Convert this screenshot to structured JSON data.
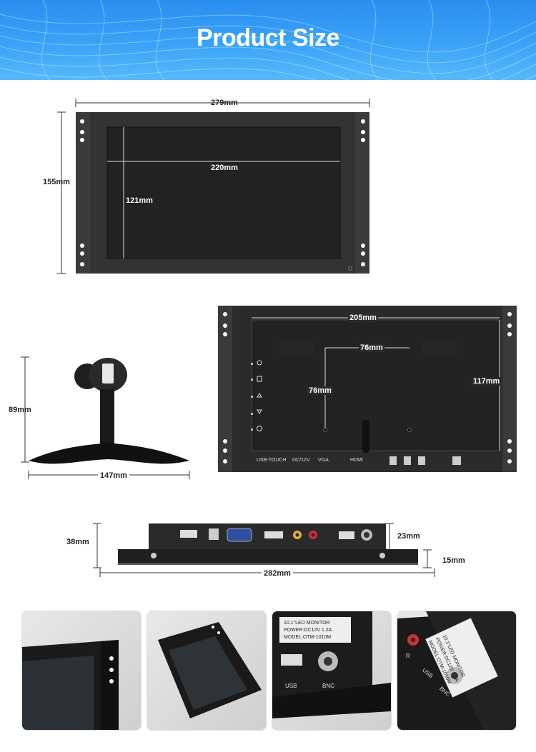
{
  "banner": {
    "title": "Product Size"
  },
  "front_view": {
    "width": "279mm",
    "height": "155mm",
    "screen_width": "220mm",
    "screen_height": "121mm"
  },
  "back_view": {
    "width": "205mm",
    "height": "117mm",
    "vesa_width": "76mm",
    "vesa_height": "76mm",
    "port_labels": [
      "USB-TOUCH",
      "DC/12V",
      "VGA",
      "HDMI"
    ]
  },
  "stand_view": {
    "height": "89mm",
    "width": "147mm"
  },
  "side_view": {
    "total_height": "38mm",
    "body_height": "23mm",
    "flange_height": "15mm",
    "width": "282mm"
  },
  "detail_photos": {
    "label_line1": "10.1\"LED MONITOR",
    "label_line2": "POWER:DC12V  1.2A",
    "label_line3": "MODEL:OTM-1010M",
    "port_usb": "USB",
    "port_bnc": "BNC",
    "port_r": "R"
  }
}
